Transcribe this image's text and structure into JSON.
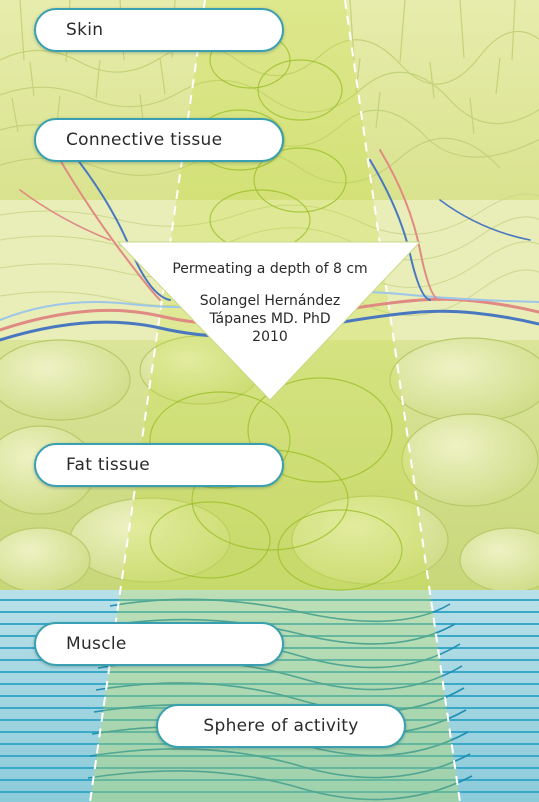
{
  "labels": {
    "skin": "Skin",
    "connective_tissue": "Connective tissue",
    "fat_tissue": "Fat tissue",
    "muscle": "Muscle",
    "sphere_of_activity": "Sphere of activity"
  },
  "triangle": {
    "line1": "Permeating a depth of 8 cm",
    "author": "Solangel Hernández",
    "credentials": "Tápanes MD. PhD",
    "year": "2010"
  },
  "colors": {
    "skin_layer": "#dfe69a",
    "connective_layer": "#e6ebb0",
    "fat_layer": "#d3e08a",
    "muscle_layer": "#9fd3df",
    "muscle_stripe": "#3aa8c8",
    "label_border": "#3a9fb0",
    "artery": "#e08a84",
    "vein": "#4a78c0"
  }
}
